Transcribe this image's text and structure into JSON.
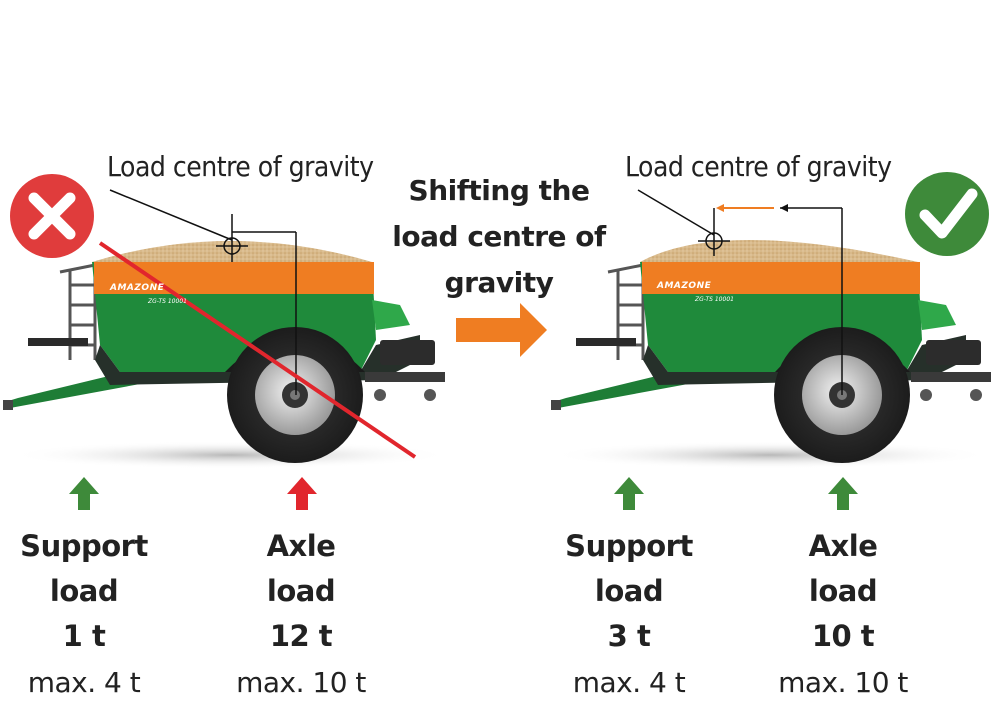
{
  "left": {
    "status": "incorrect",
    "status_icon": "cross-icon",
    "status_color": "#e03c3c",
    "cog_label": "Load centre of gravity",
    "brand": "AMAZONE",
    "model": "ZG-TS 10001",
    "support": {
      "line1": "Support",
      "line2": "load",
      "value": "1 t",
      "max": "max. 4 t",
      "arrow_color": "#3e8a3a"
    },
    "axle": {
      "line1": "Axle",
      "line2": "load",
      "value": "12 t",
      "max": "max. 10 t",
      "arrow_color": "#e1262d"
    }
  },
  "middle": {
    "line1": "Shifting the",
    "line2": "load centre of",
    "line3": "gravity",
    "arrow_color": "#ef7d22"
  },
  "right": {
    "status": "correct",
    "status_icon": "check-icon",
    "status_color": "#3e8a3a",
    "cog_label": "Load centre of gravity",
    "brand": "AMAZONE",
    "model": "ZG-TS 10001",
    "support": {
      "line1": "Support",
      "line2": "load",
      "value": "3 t",
      "max": "max. 4 t",
      "arrow_color": "#3e8a3a"
    },
    "axle": {
      "line1": "Axle",
      "line2": "load",
      "value": "10 t",
      "max": "max. 10 t",
      "arrow_color": "#3e8a3a"
    }
  },
  "colors": {
    "machine_green": "#1f8a3b",
    "machine_orange": "#ef7d22",
    "grain": "#d8b98a"
  }
}
